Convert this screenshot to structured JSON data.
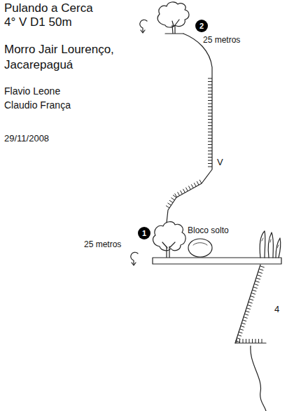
{
  "diagram": {
    "title": "Pulando a Cerca",
    "nodes": [
      {
        "text": [
          "2"
        ]
      },
      {
        "text": [
          "1"
        ]
      }
    ],
    "labels": [
      "4° V D1 50m",
      "Morro Jair Lourenço, Jacarepaguá",
      "Flavio Leone",
      "Claudio França",
      "29/11/2008",
      "25 metros",
      "V",
      "Bloco solto",
      "25 metros",
      "4"
    ]
  }
}
